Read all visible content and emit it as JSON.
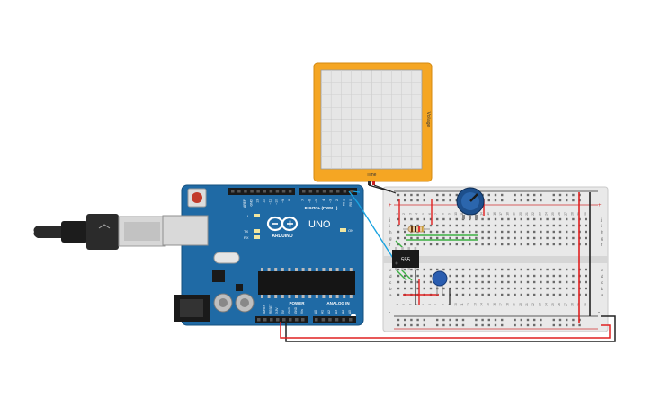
{
  "oscilloscope": {
    "x_label": "Time",
    "y_label": "Voltage"
  },
  "arduino": {
    "brand": "ARDUINO",
    "model": "UNO",
    "digital_header": "DIGITAL (PWM ~)",
    "power_header": "POWER",
    "analog_header": "ANALOG IN",
    "led_l": "L",
    "led_tx": "TX",
    "led_rx": "RX",
    "led_on": "ON",
    "digital_pins": [
      "AREF",
      "GND",
      "13",
      "12",
      "~11",
      "~10",
      "~9",
      "8",
      "7",
      "~6",
      "~5",
      "4",
      "~3",
      "2",
      "TX 1",
      "RX 0"
    ],
    "power_pins": [
      "IOREF",
      "RESET",
      "3.3V",
      "5V",
      "GND",
      "GND",
      "Vin"
    ],
    "analog_pins": [
      "A0",
      "A1",
      "A2",
      "A3",
      "A4",
      "A5"
    ]
  },
  "ic": {
    "label": "555"
  },
  "breadboard": {
    "row_letters_top": [
      "j",
      "i",
      "h",
      "g",
      "f"
    ],
    "row_letters_bottom": [
      "e",
      "d",
      "c",
      "b",
      "a"
    ],
    "col_numbers": [
      "1",
      "2",
      "3",
      "4",
      "5",
      "6",
      "7",
      "8",
      "9",
      "10",
      "11",
      "12",
      "13",
      "14",
      "15",
      "16",
      "17",
      "18",
      "19",
      "20",
      "21",
      "22",
      "23",
      "24",
      "25",
      "26",
      "27",
      "28",
      "29",
      "30"
    ],
    "rail_plus": "+",
    "rail_minus": "-"
  },
  "colors": {
    "arduino_board": "#1f6aa5",
    "oscilloscope_frame": "#f5a623",
    "wire_red": "#e02020",
    "wire_black": "#222222",
    "wire_green": "#3cb043",
    "wire_blue": "#1aa3e0",
    "pot": "#1d4f8c",
    "capacitor": "#2a5db0"
  }
}
